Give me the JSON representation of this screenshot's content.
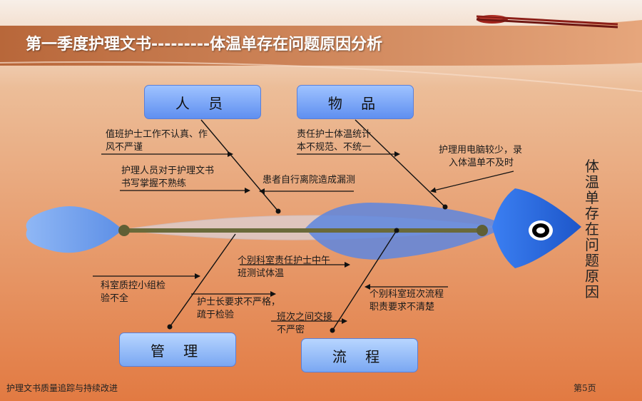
{
  "title": "第一季度护理文书---------体温单存在问题原因分析",
  "head_label": "体温单存在问题原因",
  "categories": {
    "people": "人 员",
    "materials": "物 品",
    "management": "管 理",
    "process": "流 程"
  },
  "causes": {
    "people_1a": "值班护士工作不认真、作",
    "people_1b": "风不严谨",
    "people_2a": "护理人员对于护理文书",
    "people_2b": "书写掌握不熟练",
    "people_3": "患者自行离院造成漏测",
    "materials_1a": "责任护士体温统计",
    "materials_1b": "本不规范、不统一",
    "materials_2a": "护理用电脑较少，录",
    "materials_2b": "入体温单不及时",
    "process_1a": "个别科室责任护士中午",
    "process_1b": "班测试体温",
    "management_1a": "科室质控小组检",
    "management_1b": "验不全",
    "management_2a": "护士长要求不严格，",
    "management_2b": "疏于检验",
    "process_2a": "班次之间交接",
    "process_2b": "不严密",
    "process_3a": "个别科室班次流程",
    "process_3b": "职责要求不清楚"
  },
  "footer": {
    "left": "护理文书质量追踪与持续改进",
    "right": "第5页"
  },
  "colors": {
    "background_top": "#ffffff",
    "background_bottom": "#e8844f",
    "title_band": "#c9703f",
    "spine": "#6a6a3a",
    "fish_head": "#2f6fe0"
  }
}
